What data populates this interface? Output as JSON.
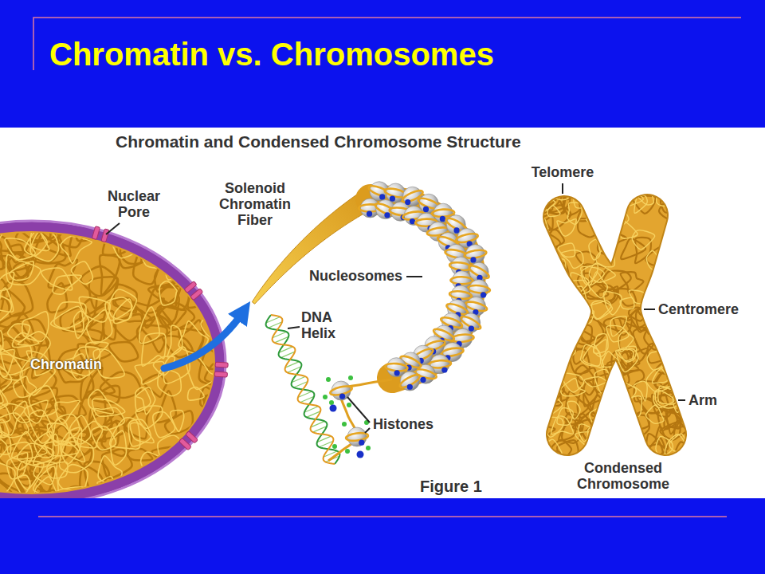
{
  "diagram": {
    "title": "Chromatin vs. Chromosomes",
    "labels": [
      "Chromatin and Condensed Chromosome Structure",
      "Nuclear Pore",
      "Solenoid Chromatin Fiber",
      "Nucleosomes",
      "DNA Helix",
      "Histones",
      "Chromatin",
      "Telomere",
      "Centromere",
      "Arm",
      "Condensed Chromosome",
      "Figure 1"
    ]
  }
}
